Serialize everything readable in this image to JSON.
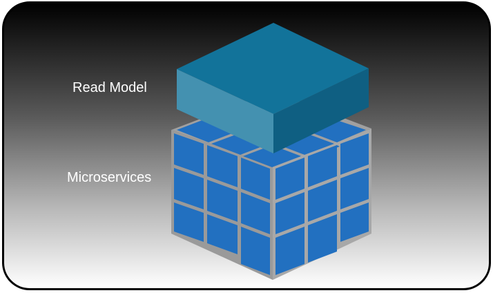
{
  "diagram": {
    "labels": {
      "read_model": "Read Model",
      "microservices": "Microservices"
    },
    "colors": {
      "cube_block": "#2270c0",
      "gap": "#a0a0a0",
      "slab_top": "#12739a",
      "slab_left": "#4491b0",
      "slab_right": "#0f5f82"
    },
    "cube_grid": {
      "rows": 3,
      "columns_per_face": 3
    }
  }
}
